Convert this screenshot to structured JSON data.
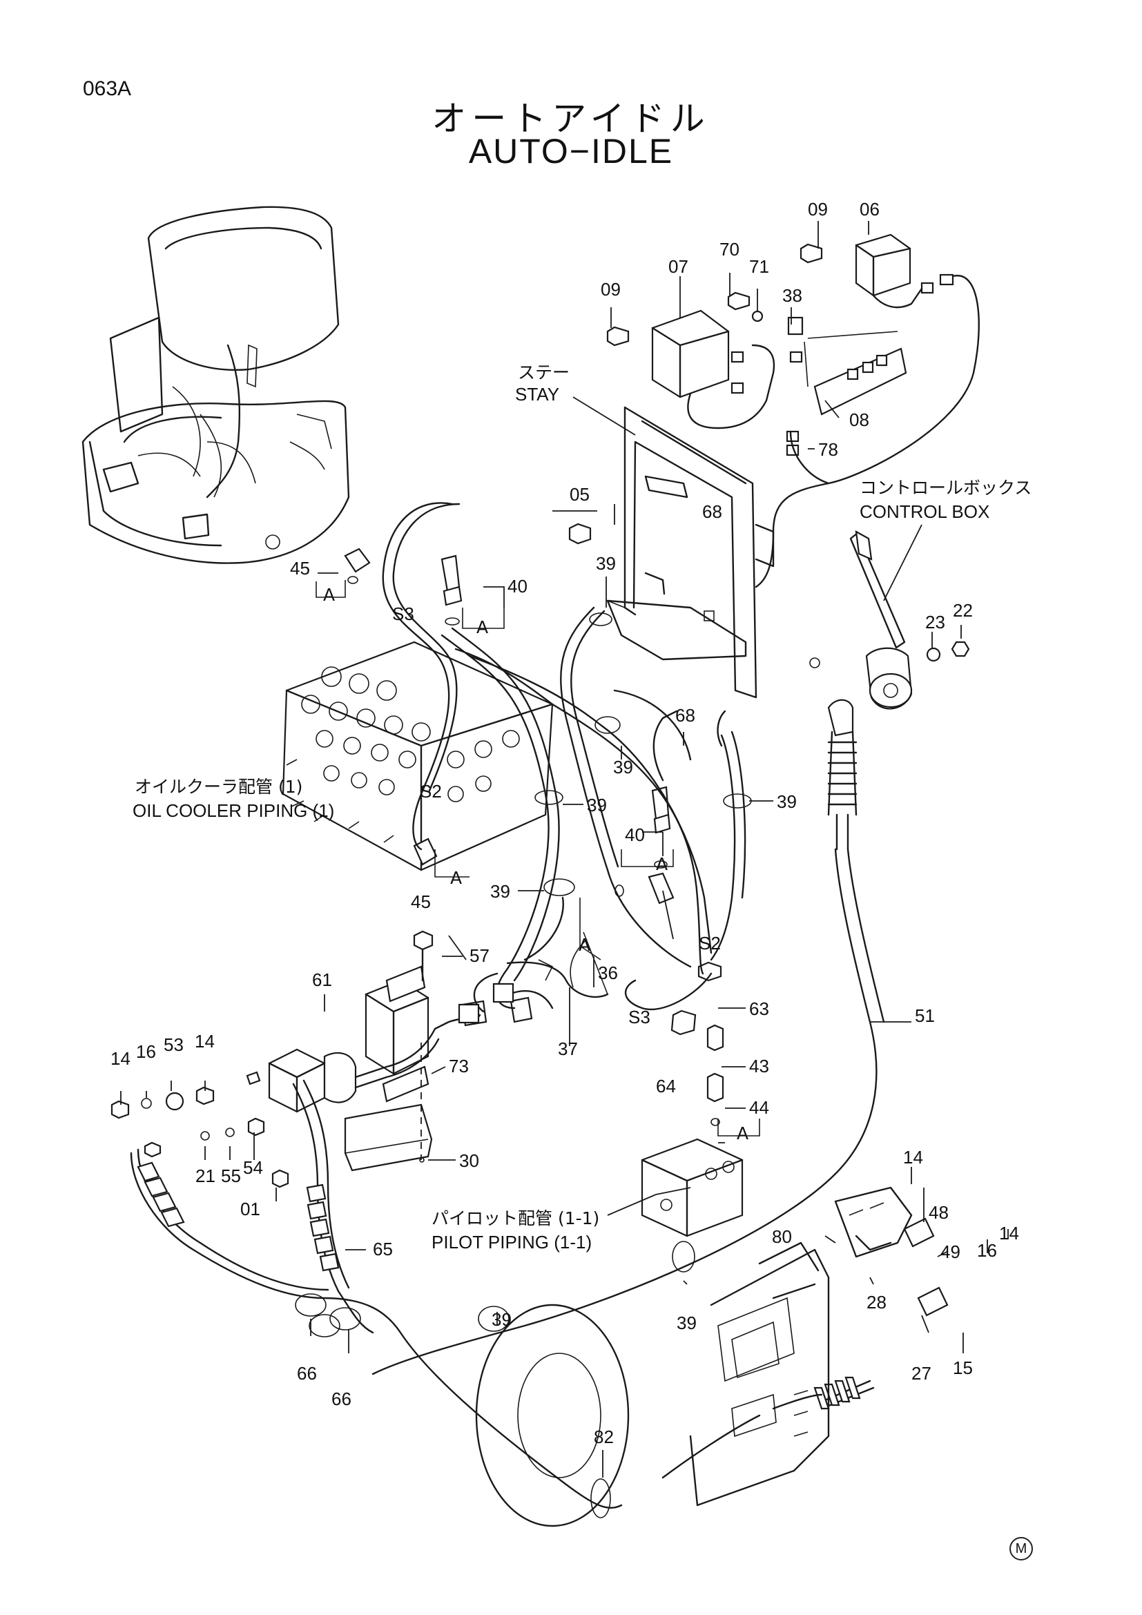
{
  "page_code": "063A",
  "title": {
    "japanese": "オートアイドル",
    "english": "AUTO−IDLE"
  },
  "callouts": [
    {
      "id": "c09a",
      "text": "09"
    },
    {
      "id": "c06",
      "text": "06"
    },
    {
      "id": "c70",
      "text": "70"
    },
    {
      "id": "c07",
      "text": "07"
    },
    {
      "id": "c71",
      "text": "71"
    },
    {
      "id": "c09b",
      "text": "09"
    },
    {
      "id": "c38",
      "text": "38"
    },
    {
      "id": "c08",
      "text": "08"
    },
    {
      "id": "c78",
      "text": "78"
    },
    {
      "id": "c05",
      "text": "05"
    },
    {
      "id": "c68a",
      "text": "68"
    },
    {
      "id": "c45a",
      "text": "45"
    },
    {
      "id": "c40a",
      "text": "40"
    },
    {
      "id": "c39a",
      "text": "39"
    },
    {
      "id": "c23",
      "text": "23"
    },
    {
      "id": "c22",
      "text": "22"
    },
    {
      "id": "c68b",
      "text": "68"
    },
    {
      "id": "c39b",
      "text": "39"
    },
    {
      "id": "c39c",
      "text": "39"
    },
    {
      "id": "c39d",
      "text": "39"
    },
    {
      "id": "c40b",
      "text": "40"
    },
    {
      "id": "c39e",
      "text": "39"
    },
    {
      "id": "c45b",
      "text": "45"
    },
    {
      "id": "c57",
      "text": "57"
    },
    {
      "id": "c36",
      "text": "36"
    },
    {
      "id": "c61",
      "text": "61"
    },
    {
      "id": "c63",
      "text": "63"
    },
    {
      "id": "c51",
      "text": "51"
    },
    {
      "id": "c37",
      "text": "37"
    },
    {
      "id": "c43",
      "text": "43"
    },
    {
      "id": "c73",
      "text": "73"
    },
    {
      "id": "c64",
      "text": "64"
    },
    {
      "id": "c44",
      "text": "44"
    },
    {
      "id": "c14a",
      "text": "14"
    },
    {
      "id": "c16a",
      "text": "16"
    },
    {
      "id": "c53",
      "text": "53"
    },
    {
      "id": "c14b",
      "text": "14"
    },
    {
      "id": "c30",
      "text": "30"
    },
    {
      "id": "c21",
      "text": "21"
    },
    {
      "id": "c55",
      "text": "55"
    },
    {
      "id": "c54",
      "text": "54"
    },
    {
      "id": "c01",
      "text": "01"
    },
    {
      "id": "c14c",
      "text": "14"
    },
    {
      "id": "c48",
      "text": "48"
    },
    {
      "id": "c80",
      "text": "80"
    },
    {
      "id": "c65",
      "text": "65"
    },
    {
      "id": "c49",
      "text": "49"
    },
    {
      "id": "c16b",
      "text": "16"
    },
    {
      "id": "c14d",
      "text": "14"
    },
    {
      "id": "c28",
      "text": "28"
    },
    {
      "id": "c39f",
      "text": "39"
    },
    {
      "id": "c39g",
      "text": "39"
    },
    {
      "id": "c27",
      "text": "27"
    },
    {
      "id": "c15",
      "text": "15"
    },
    {
      "id": "c66a",
      "text": "66"
    },
    {
      "id": "c66b",
      "text": "66"
    },
    {
      "id": "c82",
      "text": "82"
    }
  ],
  "letter_marks": {
    "a": "A",
    "s2": "S2",
    "s3": "S3"
  },
  "labels": {
    "stay_ja": "ステー",
    "stay_en": "STAY",
    "control_box_ja": "コントロールボックス",
    "control_box_en": "CONTROL BOX",
    "oil_cooler_ja": "オイルクーラ配管 (1)",
    "oil_cooler_en": "OIL COOLER PIPING (1)",
    "pilot_ja": "パイロット配管 (1-1)",
    "pilot_en": "PILOT PIPING (1-1)"
  },
  "corner_mark": "M"
}
